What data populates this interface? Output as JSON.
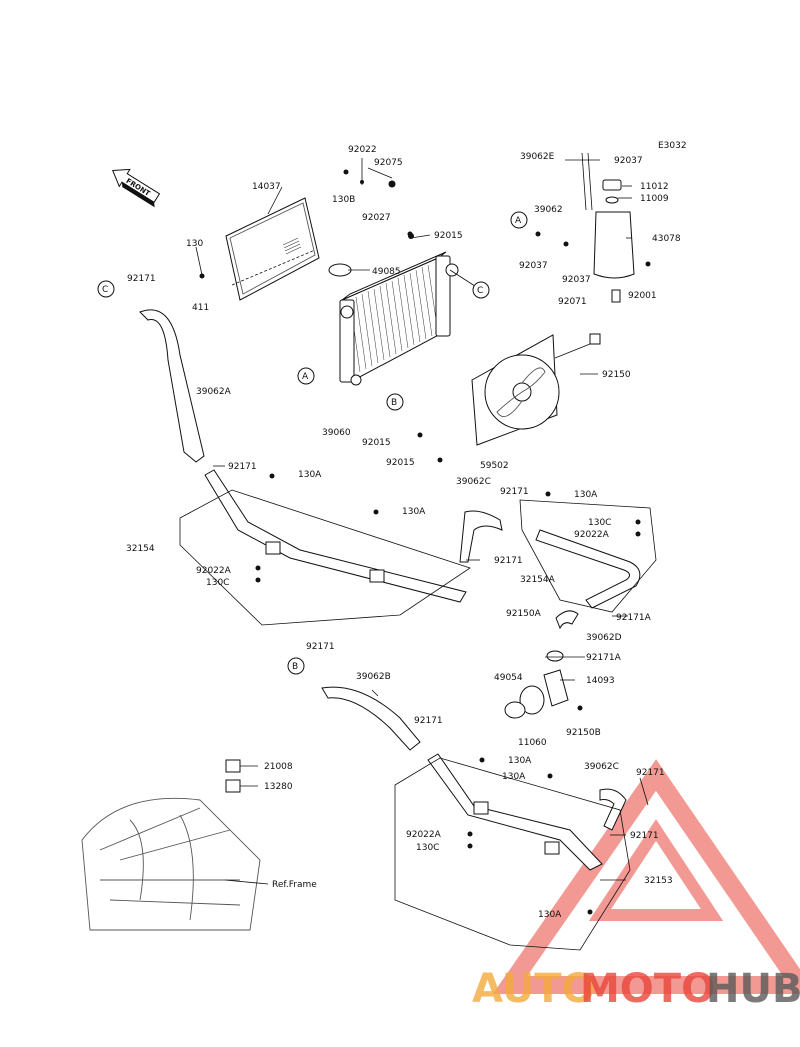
{
  "diagram_code": "E3032",
  "front_label": "FRONT",
  "ref_frame": "Ref.Frame",
  "circle_refs": {
    "a": "A",
    "b": "B",
    "c": "C"
  },
  "parts": {
    "p14037": "14037",
    "p130_top": "130",
    "p411": "411",
    "p92022_top": "92022",
    "p92075": "92075",
    "p130b": "130B",
    "p92027": "92027",
    "p92015_top": "92015",
    "p49085": "49085",
    "p39062e": "39062E",
    "p92037_top": "92037",
    "p11012": "11012",
    "p11009": "11009",
    "p39062": "39062",
    "p43078": "43078",
    "p92037_a": "92037",
    "p92037_b": "92037",
    "p92071": "92071",
    "p92001": "92001",
    "p92171_c": "92171",
    "p39062a": "39062A",
    "p92150": "92150",
    "p39060": "39060",
    "p92015_m1": "92015",
    "p92015_m2": "92015",
    "p59502": "59502",
    "p92171_m": "92171",
    "p130a_m": "130A",
    "p130a_m2": "130A",
    "p32154": "32154",
    "p92022a_m": "92022A",
    "p130c_m": "130C",
    "p39062c": "39062C",
    "p92171_r": "92171",
    "p130a_r": "130A",
    "p130c_r": "130C",
    "p92022a_r": "92022A",
    "p92171_mid": "92171",
    "p32154a": "32154A",
    "p92171a": "92171A",
    "p92150a": "92150A",
    "p39062d": "39062D",
    "p92171a_2": "92171A",
    "p49054": "49054",
    "p14093": "14093",
    "p11060": "11060",
    "p92150b": "92150B",
    "p92171_b": "92171",
    "p39062b": "39062B",
    "p92171_b2": "92171",
    "p21008": "21008",
    "p13280": "13280",
    "p130a_b": "130A",
    "p130a_b2": "130A",
    "p39062c_b": "39062C",
    "p92171_br": "92171",
    "p92022a_b": "92022A",
    "p130c_b": "130C",
    "p92171_b3": "92171",
    "p32153": "32153",
    "p130a_b3": "130A"
  },
  "watermark": {
    "part1": "AUTO",
    "part2": "MOTO",
    "part3": "HUB",
    "color1": "#f2a93b",
    "color2": "#e8463c",
    "color3": "#5a5a5a"
  }
}
